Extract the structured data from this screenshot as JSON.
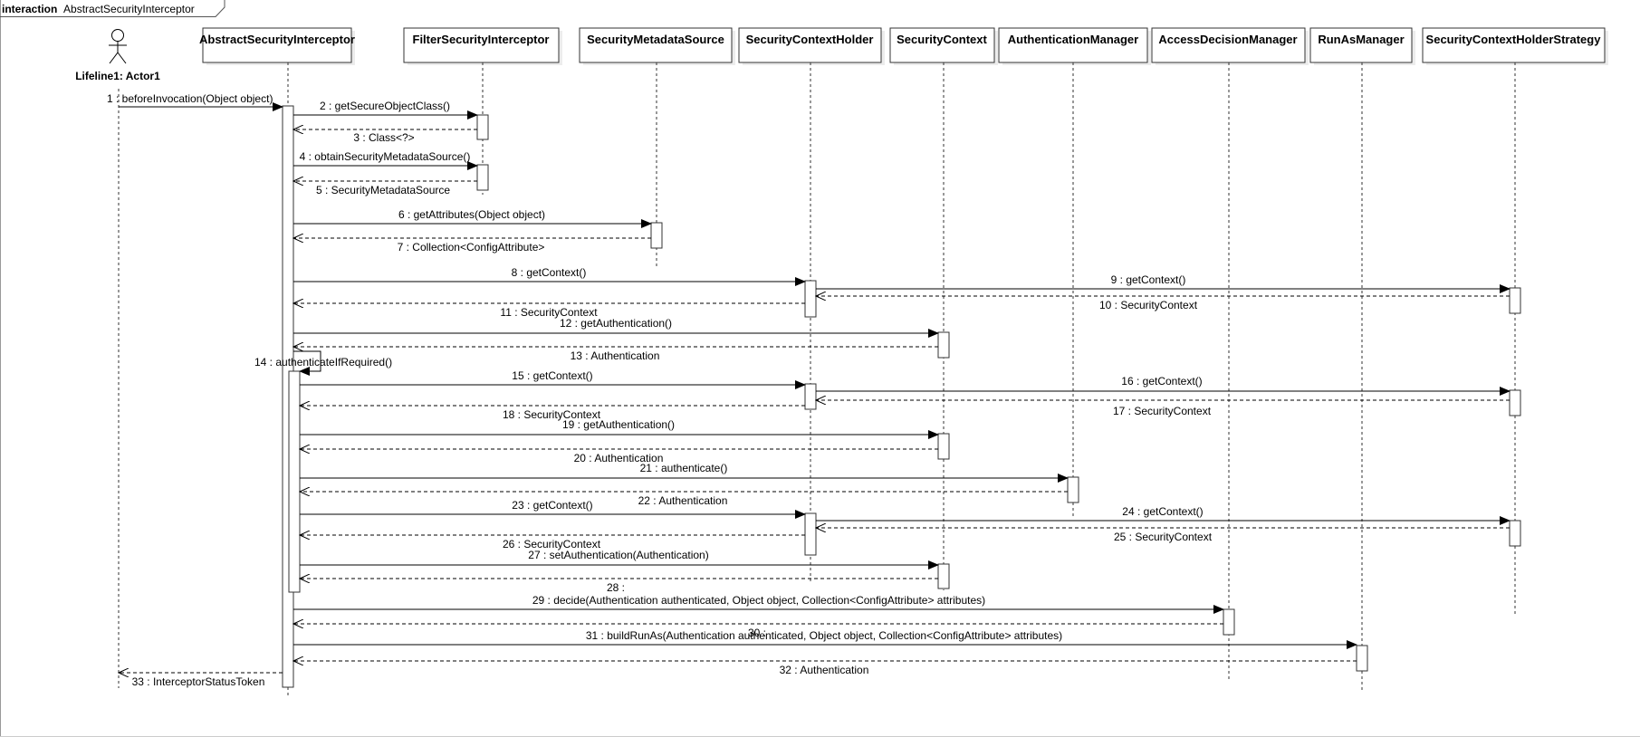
{
  "frame": {
    "keyword": "interaction",
    "name": "AbstractSecurityInterceptor"
  },
  "actor": {
    "label": "Lifeline1: Actor1"
  },
  "lifelines": [
    "AbstractSecurityInterceptor",
    "FilterSecurityInterceptor",
    "SecurityMetadataSource",
    "SecurityContextHolder",
    "SecurityContext",
    "AuthenticationManager",
    "AccessDecisionManager",
    "RunAsManager",
    "SecurityContextHolderStrategy"
  ],
  "messages": [
    {
      "label": "1 : beforeInvocation(Object  object)"
    },
    {
      "label": "2 : getSecureObjectClass()"
    },
    {
      "label": "3 : Class<?>"
    },
    {
      "label": "4 : obtainSecurityMetadataSource()"
    },
    {
      "label": "5 : SecurityMetadataSource"
    },
    {
      "label": "6 : getAttributes(Object object)"
    },
    {
      "label": "7 : Collection<ConfigAttribute>"
    },
    {
      "label": "8 : getContext()"
    },
    {
      "label": "9 : getContext()"
    },
    {
      "label": "10 : SecurityContext"
    },
    {
      "label": "11 : SecurityContext"
    },
    {
      "label": "12 : getAuthentication()"
    },
    {
      "label": "13 : Authentication"
    },
    {
      "label": "14 : authenticateIfRequired()"
    },
    {
      "label": "15 : getContext()"
    },
    {
      "label": "16 : getContext()"
    },
    {
      "label": "17 : SecurityContext"
    },
    {
      "label": "18 : SecurityContext"
    },
    {
      "label": "19 : getAuthentication()"
    },
    {
      "label": "20 : Authentication"
    },
    {
      "label": "21 : authenticate()"
    },
    {
      "label": "22 : Authentication"
    },
    {
      "label": "23 : getContext()"
    },
    {
      "label": "24 : getContext()"
    },
    {
      "label": "25 : SecurityContext"
    },
    {
      "label": "26 : SecurityContext"
    },
    {
      "label": "27 : setAuthentication(Authentication)"
    },
    {
      "label": "28 :"
    },
    {
      "label": "29 : decide(Authentication authenticated, Object object, Collection<ConfigAttribute> attributes)"
    },
    {
      "label": "30 :"
    },
    {
      "label": "31 : buildRunAs(Authentication authenticated, Object object, Collection<ConfigAttribute> attributes)"
    },
    {
      "label": "32 : Authentication"
    },
    {
      "label": "33 : InterceptorStatusToken"
    }
  ]
}
